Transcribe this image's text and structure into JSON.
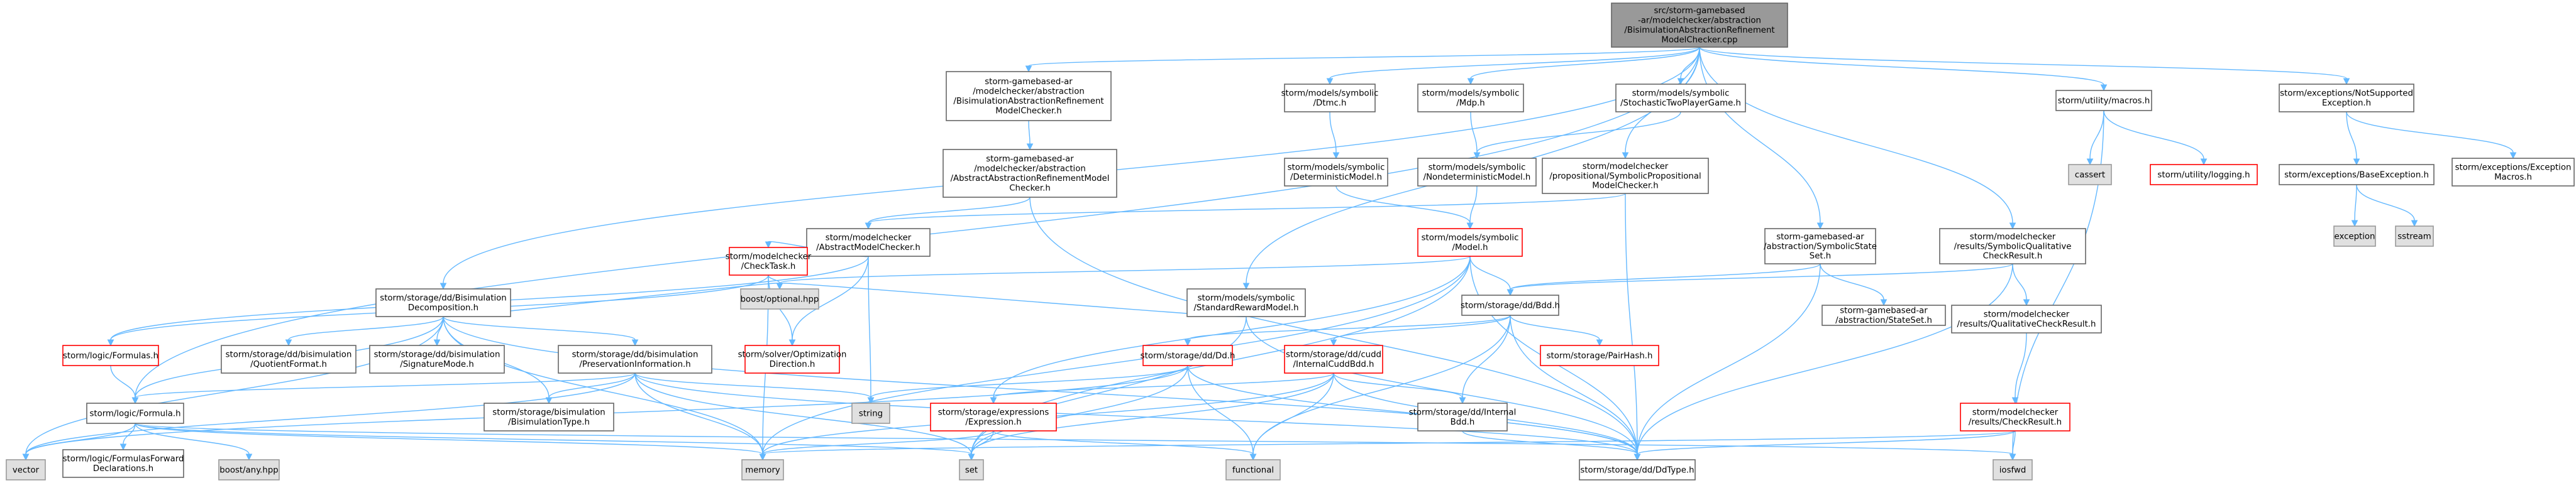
{
  "diagram": {
    "type": "include-dependency-graph",
    "colors": {
      "edge": "#63b8ff",
      "root_fill": "#999999",
      "node_fill": "#ffffff",
      "node_border": "#666666",
      "red_border": "#ff0000",
      "external_fill": "#e0e0e0",
      "external_border": "#999999"
    },
    "nodes": [
      {
        "id": "root",
        "style": "root",
        "lines": [
          "src/storm-gamebased",
          "-ar/modelchecker/abstraction",
          "/BisimulationAbstractionRefinement",
          "ModelChecker.cpp"
        ]
      },
      {
        "id": "bisimref_h",
        "style": "normal",
        "lines": [
          "storm-gamebased-ar",
          "/modelchecker/abstraction",
          "/BisimulationAbstractionRefinement",
          "ModelChecker.h"
        ]
      },
      {
        "id": "absbisimref_h",
        "style": "normal",
        "lines": [
          "storm-gamebased-ar",
          "/modelchecker/abstraction",
          "/AbstractAbstractionRefinementModel",
          "Checker.h"
        ]
      },
      {
        "id": "absmc_h",
        "style": "normal",
        "lines": [
          "storm/modelchecker",
          "/AbstractModelChecker.h"
        ]
      },
      {
        "id": "checktask_h",
        "style": "red",
        "lines": [
          "storm/modelchecker",
          "/CheckTask.h"
        ]
      },
      {
        "id": "optdir_h",
        "style": "red",
        "lines": [
          "storm/solver/Optimization",
          "Direction.h"
        ]
      },
      {
        "id": "formulas_h",
        "style": "red",
        "lines": [
          "storm/logic/Formulas.h"
        ]
      },
      {
        "id": "formula_h",
        "style": "normal",
        "lines": [
          "storm/logic/Formula.h"
        ]
      },
      {
        "id": "formulasfwd_h",
        "style": "normal",
        "lines": [
          "storm/logic/FormulasForward",
          "Declarations.h"
        ]
      },
      {
        "id": "bisimdecomp_h",
        "style": "normal",
        "lines": [
          "storm/storage/dd/Bisimulation",
          "Decomposition.h"
        ]
      },
      {
        "id": "quotient_h",
        "style": "normal",
        "lines": [
          "storm/storage/dd/bisimulation",
          "/QuotientFormat.h"
        ]
      },
      {
        "id": "sigmode_h",
        "style": "normal",
        "lines": [
          "storm/storage/dd/bisimulation",
          "/SignatureMode.h"
        ]
      },
      {
        "id": "presinfo_h",
        "style": "normal",
        "lines": [
          "storm/storage/dd/bisimulation",
          "/PreservationInformation.h"
        ]
      },
      {
        "id": "bisimtype_h",
        "style": "normal",
        "lines": [
          "storm/storage/bisimulation",
          "/BisimulationType.h"
        ]
      },
      {
        "id": "dtmc_h",
        "style": "normal",
        "lines": [
          "storm/models/symbolic",
          "/Dtmc.h"
        ]
      },
      {
        "id": "detmodel_h",
        "style": "normal",
        "lines": [
          "storm/models/symbolic",
          "/DeterministicModel.h"
        ]
      },
      {
        "id": "mdp_h",
        "style": "normal",
        "lines": [
          "storm/models/symbolic",
          "/Mdp.h"
        ]
      },
      {
        "id": "stochgame_h",
        "style": "normal",
        "lines": [
          "storm/models/symbolic",
          "/StochasticTwoPlayerGame.h"
        ]
      },
      {
        "id": "nondetmodel_h",
        "style": "normal",
        "lines": [
          "storm/models/symbolic",
          "/NondeterministicModel.h"
        ]
      },
      {
        "id": "model_h",
        "style": "red",
        "lines": [
          "storm/models/symbolic",
          "/Model.h"
        ]
      },
      {
        "id": "stdreward_h",
        "style": "normal",
        "lines": [
          "storm/models/symbolic",
          "/StandardRewardModel.h"
        ]
      },
      {
        "id": "propmc_h",
        "style": "normal",
        "lines": [
          "storm/modelchecker",
          "/propositional/SymbolicPropositional",
          "ModelChecker.h"
        ]
      },
      {
        "id": "symstate_h",
        "style": "normal",
        "lines": [
          "storm-gamebased-ar",
          "/abstraction/SymbolicState",
          "Set.h"
        ]
      },
      {
        "id": "stateset_h",
        "style": "normal",
        "lines": [
          "storm-gamebased-ar",
          "/abstraction/StateSet.h"
        ]
      },
      {
        "id": "symqual_h",
        "style": "normal",
        "lines": [
          "storm/modelchecker",
          "/results/SymbolicQualitative",
          "CheckResult.h"
        ]
      },
      {
        "id": "qual_h",
        "style": "normal",
        "lines": [
          "storm/modelchecker",
          "/results/QualitativeCheckResult.h"
        ]
      },
      {
        "id": "checkres_h",
        "style": "red",
        "lines": [
          "storm/modelchecker",
          "/results/CheckResult.h"
        ]
      },
      {
        "id": "bdd_h",
        "style": "normal",
        "lines": [
          "storm/storage/dd/Bdd.h"
        ]
      },
      {
        "id": "pairhash_h",
        "style": "red",
        "lines": [
          "storm/storage/PairHash.h"
        ]
      },
      {
        "id": "dd_h",
        "style": "red",
        "lines": [
          "storm/storage/dd/Dd.h"
        ]
      },
      {
        "id": "internalcudd_h",
        "style": "red",
        "lines": [
          "storm/storage/dd/cudd",
          "/InternalCuddBdd.h"
        ]
      },
      {
        "id": "internalbdd_h",
        "style": "normal",
        "lines": [
          "storm/storage/dd/Internal",
          "Bdd.h"
        ]
      },
      {
        "id": "expression_h",
        "style": "red",
        "lines": [
          "storm/storage/expressions",
          "/Expression.h"
        ]
      },
      {
        "id": "ddtype_h",
        "style": "normal",
        "lines": [
          "storm/storage/dd/DdType.h"
        ]
      },
      {
        "id": "macros_h",
        "style": "normal",
        "lines": [
          "storm/utility/macros.h"
        ]
      },
      {
        "id": "logging_h",
        "style": "red",
        "lines": [
          "storm/utility/logging.h"
        ]
      },
      {
        "id": "notsupp_h",
        "style": "normal",
        "lines": [
          "storm/exceptions/NotSupported",
          "Exception.h"
        ]
      },
      {
        "id": "baseexc_h",
        "style": "normal",
        "lines": [
          "storm/exceptions/BaseException.h"
        ]
      },
      {
        "id": "excmacros_h",
        "style": "normal",
        "lines": [
          "storm/exceptions/Exception",
          "Macros.h"
        ]
      },
      {
        "id": "cassert",
        "style": "external",
        "lines": [
          "cassert"
        ]
      },
      {
        "id": "exception",
        "style": "external",
        "lines": [
          "exception"
        ]
      },
      {
        "id": "sstream",
        "style": "external",
        "lines": [
          "sstream"
        ]
      },
      {
        "id": "boostopt",
        "style": "external",
        "lines": [
          "boost/optional.hpp"
        ]
      },
      {
        "id": "string",
        "style": "external",
        "lines": [
          "string"
        ]
      },
      {
        "id": "memory",
        "style": "external",
        "lines": [
          "memory"
        ]
      },
      {
        "id": "set",
        "style": "external",
        "lines": [
          "set"
        ]
      },
      {
        "id": "functional",
        "style": "external",
        "lines": [
          "functional"
        ]
      },
      {
        "id": "iosfwd",
        "style": "external",
        "lines": [
          "iosfwd"
        ]
      },
      {
        "id": "vector",
        "style": "external",
        "lines": [
          "vector"
        ]
      },
      {
        "id": "boostany",
        "style": "external",
        "lines": [
          "boost/any.hpp"
        ]
      }
    ],
    "edges": [
      [
        "root",
        "bisimref_h"
      ],
      [
        "root",
        "bisimdecomp_h"
      ],
      [
        "root",
        "dtmc_h"
      ],
      [
        "root",
        "mdp_h"
      ],
      [
        "root",
        "stochgame_h"
      ],
      [
        "root",
        "propmc_h"
      ],
      [
        "root",
        "stdreward_h"
      ],
      [
        "root",
        "symstate_h"
      ],
      [
        "root",
        "symqual_h"
      ],
      [
        "root",
        "macros_h"
      ],
      [
        "root",
        "notsupp_h"
      ],
      [
        "root",
        "formula_h"
      ],
      [
        "bisimref_h",
        "absbisimref_h"
      ],
      [
        "absbisimref_h",
        "absmc_h"
      ],
      [
        "absbisimref_h",
        "ddtype_h"
      ],
      [
        "absmc_h",
        "checktask_h"
      ],
      [
        "absmc_h",
        "optdir_h"
      ],
      [
        "absmc_h",
        "formulas_h"
      ],
      [
        "absmc_h",
        "string"
      ],
      [
        "checktask_h",
        "formulas_h"
      ],
      [
        "checktask_h",
        "optdir_h"
      ],
      [
        "checktask_h",
        "boostopt"
      ],
      [
        "checktask_h",
        "memory"
      ],
      [
        "formulas_h",
        "formula_h"
      ],
      [
        "formula_h",
        "formulasfwd_h"
      ],
      [
        "formula_h",
        "vector"
      ],
      [
        "formula_h",
        "memory"
      ],
      [
        "formula_h",
        "set"
      ],
      [
        "formula_h",
        "boostany"
      ],
      [
        "formula_h",
        "iosfwd"
      ],
      [
        "bisimdecomp_h",
        "quotient_h"
      ],
      [
        "bisimdecomp_h",
        "sigmode_h"
      ],
      [
        "bisimdecomp_h",
        "presinfo_h"
      ],
      [
        "bisimdecomp_h",
        "bisimtype_h"
      ],
      [
        "bisimdecomp_h",
        "ddtype_h"
      ],
      [
        "bisimdecomp_h",
        "formula_h"
      ],
      [
        "bisimdecomp_h",
        "memory"
      ],
      [
        "bisimdecomp_h",
        "vector"
      ],
      [
        "bisimdecomp_h",
        "boostopt"
      ],
      [
        "presinfo_h",
        "bisimtype_h"
      ],
      [
        "presinfo_h",
        "formula_h"
      ],
      [
        "presinfo_h",
        "ddtype_h"
      ],
      [
        "presinfo_h",
        "memory"
      ],
      [
        "presinfo_h",
        "set"
      ],
      [
        "presinfo_h",
        "string"
      ],
      [
        "presinfo_h",
        "vector"
      ],
      [
        "dtmc_h",
        "detmodel_h"
      ],
      [
        "detmodel_h",
        "model_h"
      ],
      [
        "mdp_h",
        "nondetmodel_h"
      ],
      [
        "stochgame_h",
        "nondetmodel_h"
      ],
      [
        "nondetmodel_h",
        "model_h"
      ],
      [
        "model_h",
        "bdd_h"
      ],
      [
        "model_h",
        "expression_h"
      ],
      [
        "model_h",
        "ddtype_h"
      ],
      [
        "model_h",
        "memory"
      ],
      [
        "model_h",
        "set"
      ],
      [
        "model_h",
        "boostopt"
      ],
      [
        "stdreward_h",
        "ddtype_h"
      ],
      [
        "stdreward_h",
        "boostopt"
      ],
      [
        "stdreward_h",
        "set"
      ],
      [
        "propmc_h",
        "absmc_h"
      ],
      [
        "propmc_h",
        "ddtype_h"
      ],
      [
        "symstate_h",
        "stateset_h"
      ],
      [
        "symstate_h",
        "bdd_h"
      ],
      [
        "symstate_h",
        "ddtype_h"
      ],
      [
        "symqual_h",
        "qual_h"
      ],
      [
        "symqual_h",
        "bdd_h"
      ],
      [
        "symqual_h",
        "ddtype_h"
      ],
      [
        "qual_h",
        "checkres_h"
      ],
      [
        "checkres_h",
        "ddtype_h"
      ],
      [
        "checkres_h",
        "memory"
      ],
      [
        "checkres_h",
        "iosfwd"
      ],
      [
        "bdd_h",
        "dd_h"
      ],
      [
        "bdd_h",
        "internalcudd_h"
      ],
      [
        "bdd_h",
        "pairhash_h"
      ],
      [
        "bdd_h",
        "internalbdd_h"
      ],
      [
        "bdd_h",
        "ddtype_h"
      ],
      [
        "bdd_h",
        "functional"
      ],
      [
        "dd_h",
        "ddtype_h"
      ],
      [
        "dd_h",
        "string"
      ],
      [
        "dd_h",
        "set"
      ],
      [
        "dd_h",
        "vector"
      ],
      [
        "dd_h",
        "functional"
      ],
      [
        "internalcudd_h",
        "internalbdd_h"
      ],
      [
        "internalcudd_h",
        "expression_h"
      ],
      [
        "internalcudd_h",
        "ddtype_h"
      ],
      [
        "internalcudd_h",
        "functional"
      ],
      [
        "internalcudd_h",
        "set"
      ],
      [
        "internalcudd_h",
        "memory"
      ],
      [
        "internalbdd_h",
        "ddtype_h"
      ],
      [
        "expression_h",
        "memory"
      ],
      [
        "expression_h",
        "functional"
      ],
      [
        "expression_h",
        "set"
      ],
      [
        "macros_h",
        "cassert"
      ],
      [
        "macros_h",
        "logging_h"
      ],
      [
        "macros_h",
        "iosfwd"
      ],
      [
        "notsupp_h",
        "baseexc_h"
      ],
      [
        "notsupp_h",
        "excmacros_h"
      ],
      [
        "baseexc_h",
        "exception"
      ],
      [
        "baseexc_h",
        "sstream"
      ]
    ]
  }
}
